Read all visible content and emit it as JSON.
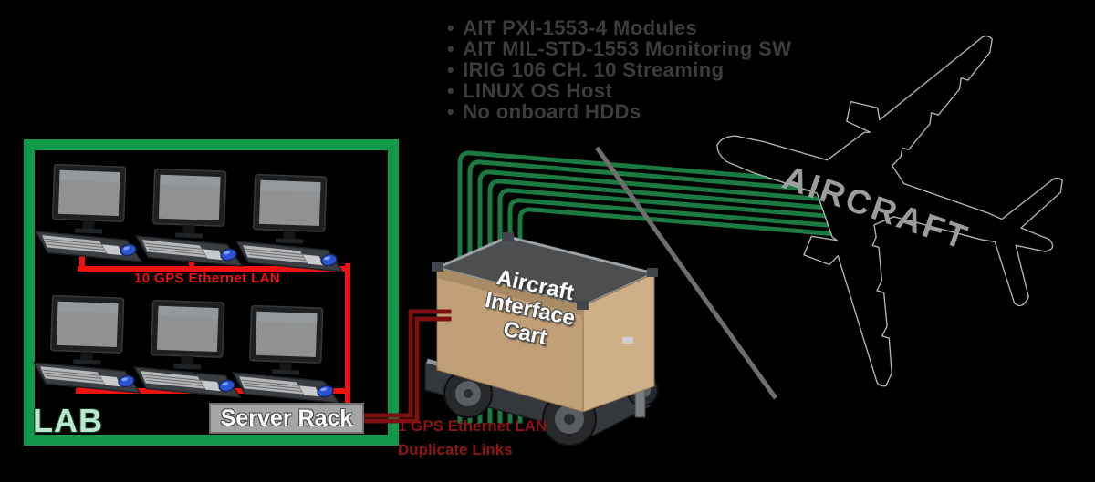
{
  "notes": {
    "bullet": "•",
    "items": [
      "AIT PXI-1553-4 Modules",
      "AIT MIL-STD-1553 Monitoring SW",
      "IRIG 106 CH. 10 Streaming",
      "LINUX OS Host",
      "No onboard HDDs"
    ]
  },
  "lab": {
    "label": "LAB"
  },
  "server_rack": {
    "label": "Server Rack"
  },
  "lan10": {
    "label": "10 GPS Ethernet LAN"
  },
  "cart_lan": {
    "line1": "1 GPS Ethernet LAN",
    "line2": "Duplicate Links"
  },
  "cart": {
    "line1": "Aircraft",
    "line2": "Interface",
    "line3": "Cart"
  },
  "aircraft": {
    "label": "AIRCRAFT"
  },
  "links": {
    "green_link_count": 7,
    "red_lan_computers": 6
  },
  "colors": {
    "background": "#000000",
    "lab_border_green": "#12994a",
    "link_green": "#1b7a41",
    "lan_red": "#ee1212",
    "duplicate_maroon": "#7d0f10",
    "divider_gray": "#6e6e6e",
    "note_text_gray": "#3c3c3c",
    "aircraft_label_gray": "#9c9c9c",
    "lab_label_mint": "#b9e6cc",
    "server_rack_bg": "#a6a6a6",
    "cart_box_tan": "#c2a077",
    "mouse_blue": "#2a54d2"
  }
}
